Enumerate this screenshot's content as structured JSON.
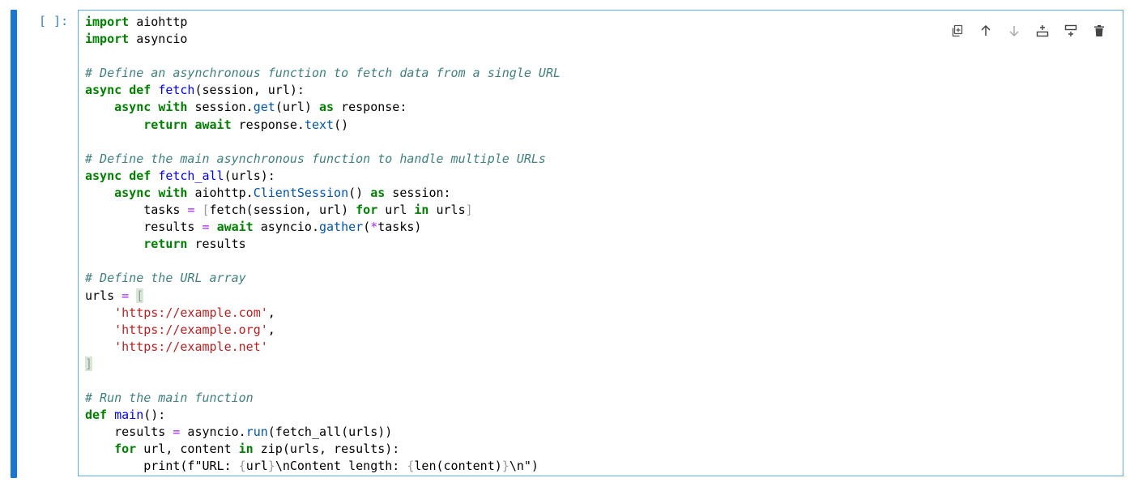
{
  "cell": {
    "prompt": "[ ]:",
    "code_lines": [
      [
        {
          "t": "import",
          "c": "kw"
        },
        {
          "t": " aiohttp"
        }
      ],
      [
        {
          "t": "import",
          "c": "kw"
        },
        {
          "t": " asyncio"
        }
      ],
      [],
      [
        {
          "t": "# Define an asynchronous function to fetch data from a single URL",
          "c": "cm"
        }
      ],
      [
        {
          "t": "async",
          "c": "kw"
        },
        {
          "t": " "
        },
        {
          "t": "def",
          "c": "kw"
        },
        {
          "t": " "
        },
        {
          "t": "fetch",
          "c": "fn"
        },
        {
          "t": "(session, url):"
        }
      ],
      [
        {
          "t": "    "
        },
        {
          "t": "async",
          "c": "kw"
        },
        {
          "t": " "
        },
        {
          "t": "with",
          "c": "kw"
        },
        {
          "t": " session."
        },
        {
          "t": "get",
          "c": "at"
        },
        {
          "t": "(url) "
        },
        {
          "t": "as",
          "c": "kw"
        },
        {
          "t": " response:"
        }
      ],
      [
        {
          "t": "        "
        },
        {
          "t": "return",
          "c": "kw"
        },
        {
          "t": " "
        },
        {
          "t": "await",
          "c": "kw"
        },
        {
          "t": " response."
        },
        {
          "t": "text",
          "c": "at"
        },
        {
          "t": "()"
        }
      ],
      [],
      [
        {
          "t": "# Define the main asynchronous function to handle multiple URLs",
          "c": "cm"
        }
      ],
      [
        {
          "t": "async",
          "c": "kw"
        },
        {
          "t": " "
        },
        {
          "t": "def",
          "c": "kw"
        },
        {
          "t": " "
        },
        {
          "t": "fetch_all",
          "c": "fn"
        },
        {
          "t": "(urls):"
        }
      ],
      [
        {
          "t": "    "
        },
        {
          "t": "async",
          "c": "kw"
        },
        {
          "t": " "
        },
        {
          "t": "with",
          "c": "kw"
        },
        {
          "t": " aiohttp."
        },
        {
          "t": "ClientSession",
          "c": "at"
        },
        {
          "t": "() "
        },
        {
          "t": "as",
          "c": "kw"
        },
        {
          "t": " session:"
        }
      ],
      [
        {
          "t": "        tasks "
        },
        {
          "t": "=",
          "c": "op"
        },
        {
          "t": " "
        },
        {
          "t": "[",
          "c": "br"
        },
        {
          "t": "fetch(session, url) "
        },
        {
          "t": "for",
          "c": "kw"
        },
        {
          "t": " url "
        },
        {
          "t": "in",
          "c": "kw"
        },
        {
          "t": " urls"
        },
        {
          "t": "]",
          "c": "br"
        }
      ],
      [
        {
          "t": "        results "
        },
        {
          "t": "=",
          "c": "op"
        },
        {
          "t": " "
        },
        {
          "t": "await",
          "c": "kw"
        },
        {
          "t": " asyncio."
        },
        {
          "t": "gather",
          "c": "at"
        },
        {
          "t": "("
        },
        {
          "t": "*",
          "c": "op"
        },
        {
          "t": "tasks)"
        }
      ],
      [
        {
          "t": "        "
        },
        {
          "t": "return",
          "c": "kw"
        },
        {
          "t": " results"
        }
      ],
      [],
      [
        {
          "t": "# Define the URL array",
          "c": "cm"
        }
      ],
      [
        {
          "t": "urls "
        },
        {
          "t": "=",
          "c": "op"
        },
        {
          "t": " "
        },
        {
          "t": "[",
          "c": "brh"
        }
      ],
      [
        {
          "t": "    "
        },
        {
          "t": "'https://example.com'",
          "c": "str"
        },
        {
          "t": ","
        }
      ],
      [
        {
          "t": "    "
        },
        {
          "t": "'https://example.org'",
          "c": "str"
        },
        {
          "t": ","
        }
      ],
      [
        {
          "t": "    "
        },
        {
          "t": "'https://example.net'",
          "c": "str"
        }
      ],
      [
        {
          "t": "]",
          "c": "brh"
        }
      ],
      [],
      [
        {
          "t": "# Run the main function",
          "c": "cm"
        }
      ],
      [
        {
          "t": "def",
          "c": "kw"
        },
        {
          "t": " "
        },
        {
          "t": "main",
          "c": "fn"
        },
        {
          "t": "():"
        }
      ],
      [
        {
          "t": "    results "
        },
        {
          "t": "=",
          "c": "op"
        },
        {
          "t": " asyncio."
        },
        {
          "t": "run",
          "c": "at"
        },
        {
          "t": "(fetch_all(urls))"
        }
      ],
      [
        {
          "t": "    "
        },
        {
          "t": "for",
          "c": "kw"
        },
        {
          "t": " url, content "
        },
        {
          "t": "in",
          "c": "kw"
        },
        {
          "t": " zip(urls, results):"
        }
      ],
      [
        {
          "t": "        print(f\"URL: "
        },
        {
          "t": "{",
          "c": "br"
        },
        {
          "t": "url"
        },
        {
          "t": "}",
          "c": "br"
        },
        {
          "t": "\\nContent length: "
        },
        {
          "t": "{",
          "c": "br"
        },
        {
          "t": "len(content)"
        },
        {
          "t": "}",
          "c": "br"
        },
        {
          "t": "\\n\")"
        }
      ]
    ]
  },
  "toolbar": {
    "buttons": [
      {
        "name": "duplicate-cell-button",
        "icon": "duplicate-icon"
      },
      {
        "name": "move-cell-up-button",
        "icon": "arrow-up-icon"
      },
      {
        "name": "move-cell-down-button",
        "icon": "arrow-down-icon"
      },
      {
        "name": "insert-cell-above-button",
        "icon": "insert-above-icon"
      },
      {
        "name": "insert-cell-below-button",
        "icon": "insert-below-icon"
      },
      {
        "name": "delete-cell-button",
        "icon": "trash-icon"
      }
    ]
  },
  "colors": {
    "accent": "#1976d2",
    "prompt": "#307fc1",
    "editor_border": "#64a8e0",
    "keyword": "#008000",
    "string": "#ba2121",
    "comment": "#408080",
    "operator": "#aa22ff"
  }
}
